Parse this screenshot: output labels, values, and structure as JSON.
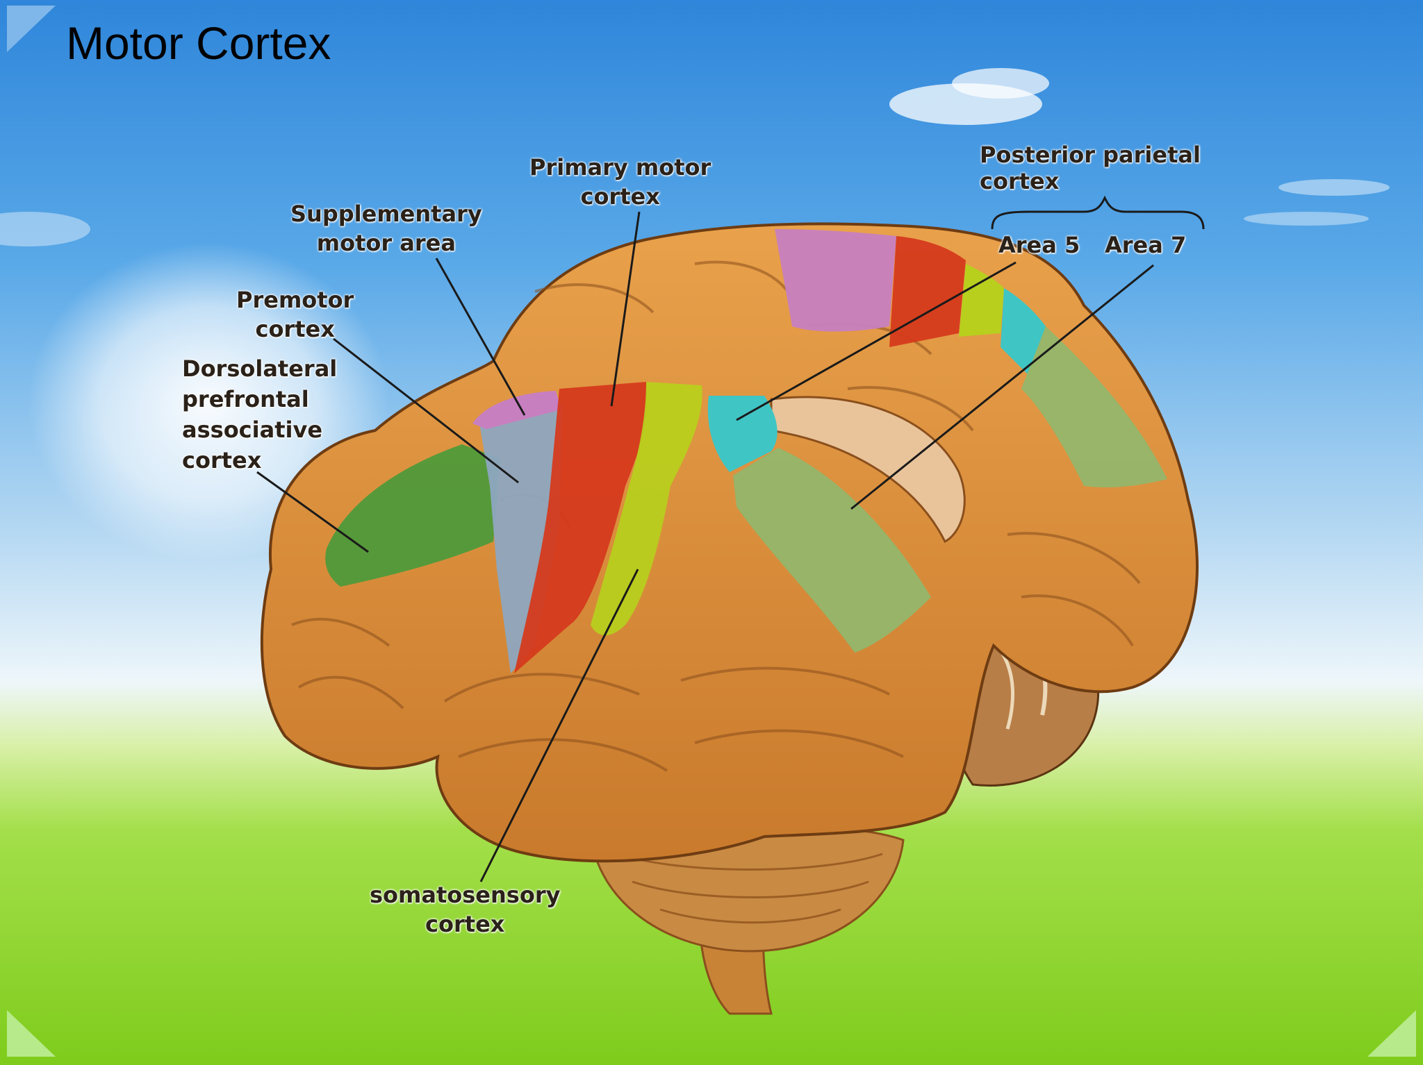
{
  "slide": {
    "title": "Motor Cortex"
  },
  "labels": {
    "supplementary_motor_area": {
      "line1": "Supplementary",
      "line2": "motor area"
    },
    "primary_motor_cortex": {
      "line1": "Primary motor",
      "line2": "cortex"
    },
    "premotor_cortex": {
      "line1": "Premotor",
      "line2": "cortex"
    },
    "dorsolateral_prefrontal": {
      "line1": "Dorsolateral",
      "line2": "prefrontal",
      "line3": "associative",
      "line4": "cortex"
    },
    "posterior_parietal_cortex": {
      "line1": "Posterior parietal",
      "line2": "cortex"
    },
    "area_5": "Area 5",
    "area_7": "Area 7",
    "somatosensory_cortex": {
      "line1": "somatosensory",
      "line2": "cortex"
    }
  },
  "colors": {
    "brain": "#d98f3c",
    "dorsolateral_prefrontal": "#4f9a3a",
    "premotor": "#8ea7c0",
    "supplementary_motor": "#c77fc0",
    "primary_motor": "#d53a1c",
    "somatosensory": "#b8cf1e",
    "area_5": "#3fc5c4",
    "area_7": "#93b66b",
    "title_text": "#000000"
  }
}
